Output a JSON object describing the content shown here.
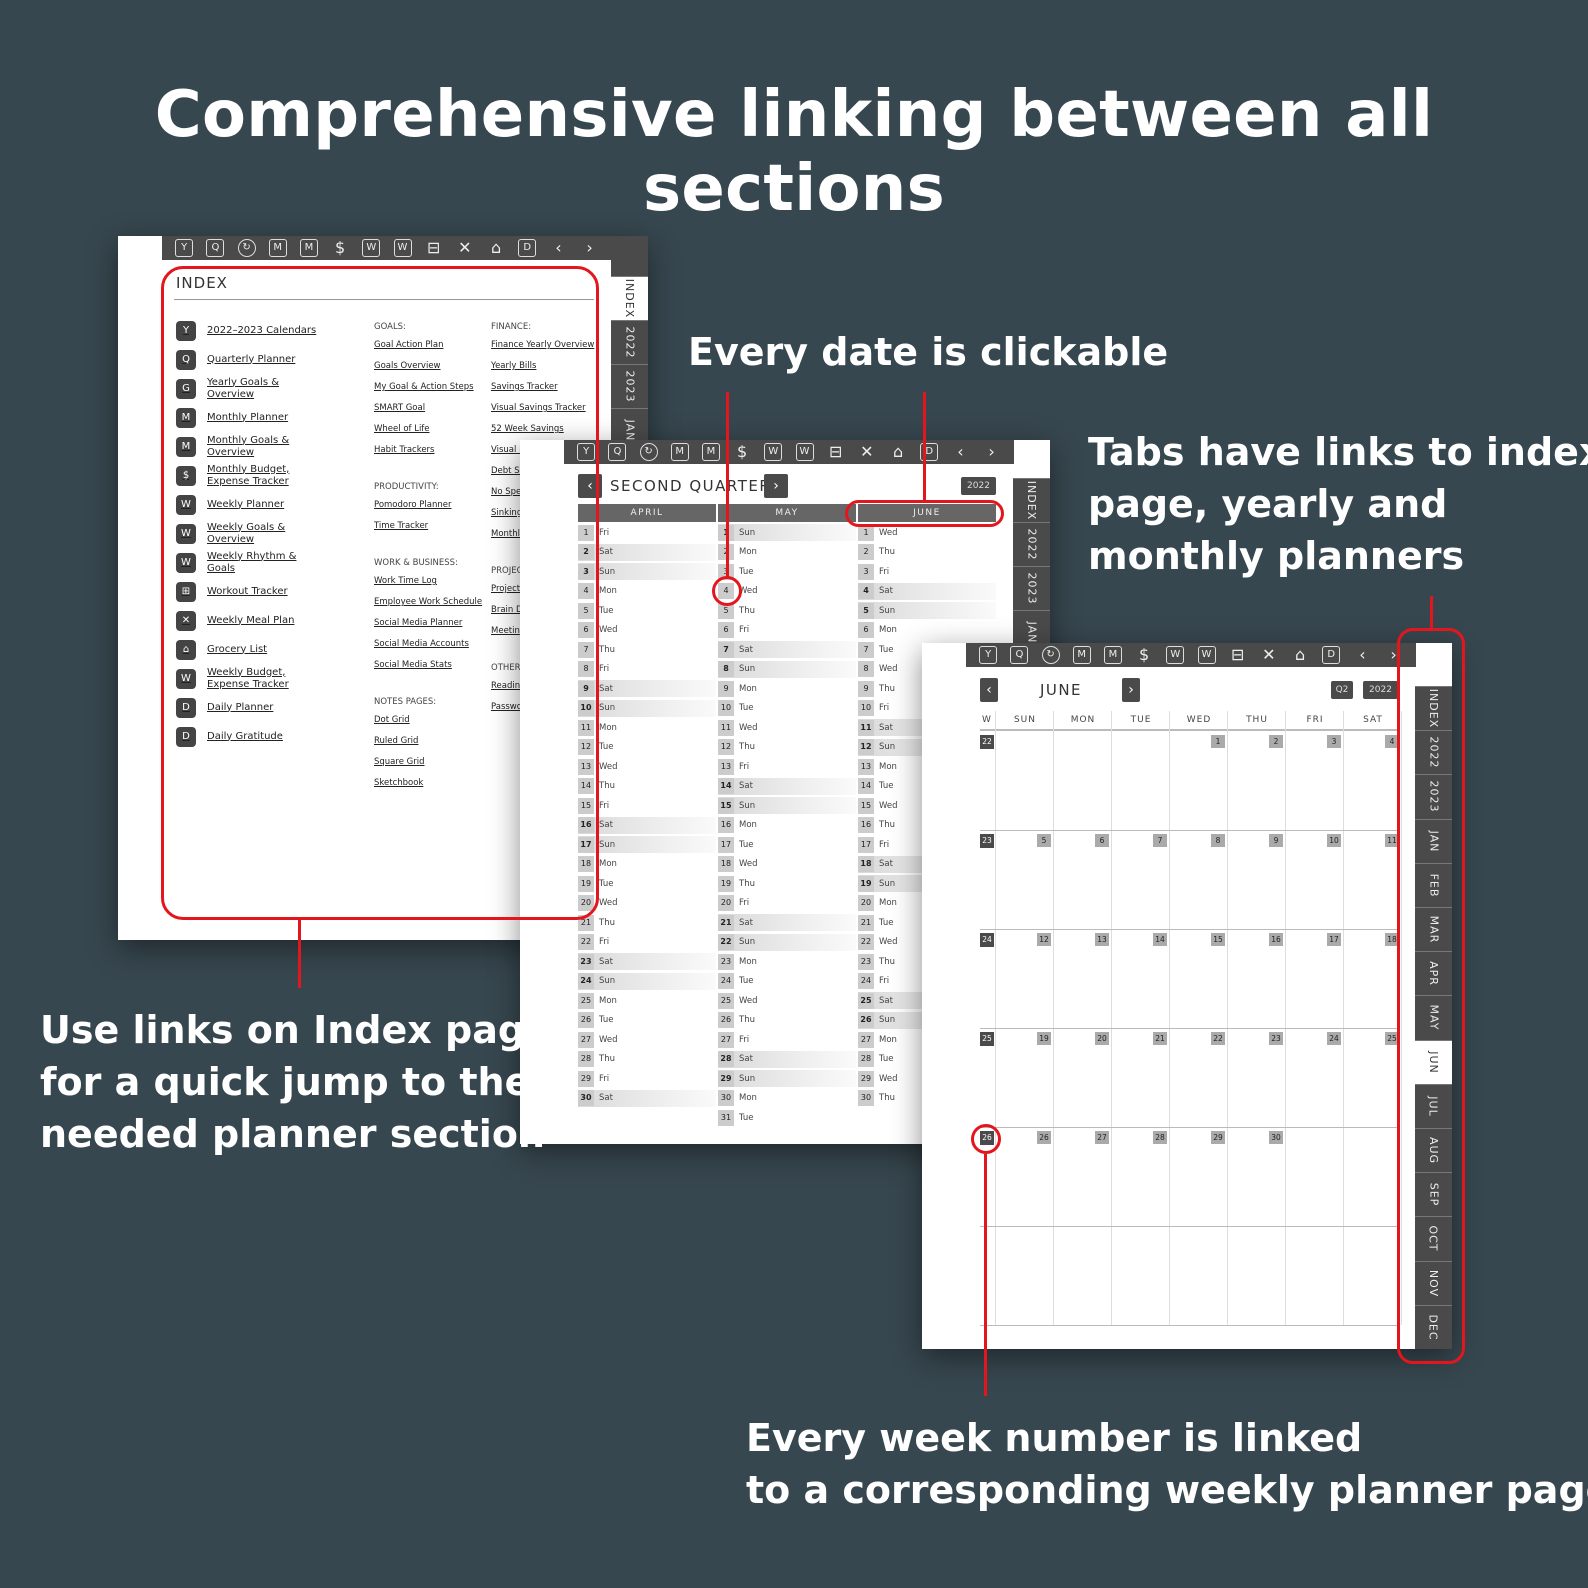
{
  "headline": "Comprehensive linking between all sections",
  "callouts": {
    "every_date": "Every date is clickable",
    "tabs_1": "Tabs have links to index",
    "tabs_2": "page, yearly and",
    "tabs_3": "monthly planners",
    "index_1": "Use links on Index page",
    "index_2": "for a quick jump to the",
    "index_3": "needed planner section",
    "week_1": "Every week number is linked",
    "week_2": "to a corresponding weekly planner page"
  },
  "toolbar_icons": [
    "Y",
    "Q",
    "G",
    "M",
    "M",
    "$",
    "W",
    "W",
    "dumbbell",
    "utensils",
    "basket",
    "D",
    "‹",
    "›"
  ],
  "index_page": {
    "title": "INDEX",
    "tabs": [
      "INDEX",
      "2022",
      "2023",
      "JAN"
    ],
    "items": [
      {
        "icon": "Y",
        "label": "2022–2023 Calendars"
      },
      {
        "icon": "Q",
        "label": "Quarterly Planner"
      },
      {
        "icon": "G",
        "label": "Yearly Goals & Overview"
      },
      {
        "icon": "M",
        "label": "Monthly Planner"
      },
      {
        "icon": "M",
        "label": "Monthly Goals & Overview"
      },
      {
        "icon": "$",
        "label": "Monthly Budget, Expense Tracker"
      },
      {
        "icon": "W",
        "label": "Weekly Planner"
      },
      {
        "icon": "W",
        "label": "Weekly Goals & Overview"
      },
      {
        "icon": "W",
        "label": "Weekly Rhythm & Goals"
      },
      {
        "icon": "⊞",
        "label": "Workout Tracker"
      },
      {
        "icon": "✕",
        "label": "Weekly Meal Plan"
      },
      {
        "icon": "⌂",
        "label": "Grocery List"
      },
      {
        "icon": "W",
        "label": "Weekly Budget, Expense Tracker"
      },
      {
        "icon": "D",
        "label": "Daily Planner"
      },
      {
        "icon": "D",
        "label": "Daily Gratitude"
      }
    ],
    "col2": [
      {
        "heading": "GOALS:",
        "links": [
          "Goal Action Plan",
          "Goals Overview",
          "My Goal & Action Steps",
          "SMART Goal",
          "Wheel of Life",
          "Habit Trackers"
        ]
      },
      {
        "heading": "PRODUCTIVITY:",
        "links": [
          "Pomodoro Planner",
          "Time Tracker"
        ]
      },
      {
        "heading": "WORK & BUSINESS:",
        "links": [
          "Work Time Log",
          "Employee Work Schedule",
          "Social Media Planner",
          "Social Media Accounts",
          "Social Media Stats"
        ]
      },
      {
        "heading": "NOTES PAGES:",
        "links": [
          "Dot Grid",
          "Ruled Grid",
          "Square Grid",
          "Sketchbook"
        ]
      }
    ],
    "col3": [
      {
        "heading": "FINANCE:",
        "links": [
          "Finance Yearly Overview",
          "Yearly Bills",
          "Savings Tracker",
          "Visual Savings Tracker",
          "52 Week Savings",
          "Visual D",
          "Debt Sn",
          "No Spe",
          "Sinking",
          "Monthl Budget"
        ]
      },
      {
        "heading": "PROJEC",
        "links": [
          "Project",
          "Brain D",
          "Meetin"
        ]
      },
      {
        "heading": "OTHER",
        "links": [
          "Readin",
          "Passwo"
        ]
      }
    ]
  },
  "quarter_page": {
    "title": "SECOND QUARTER",
    "prev": "‹",
    "next": "›",
    "year": "2022",
    "tabs": [
      "INDEX",
      "2022",
      "2023",
      "JAN"
    ],
    "months": [
      {
        "name": "APRIL",
        "days": [
          "Fri",
          "Sat",
          "Sun",
          "Mon",
          "Tue",
          "Wed",
          "Thu",
          "Fri",
          "Sat",
          "Sun",
          "Mon",
          "Tue",
          "Wed",
          "Thu",
          "Fri",
          "Sat",
          "Sun",
          "Mon",
          "Tue",
          "Wed",
          "Thu",
          "Fri",
          "Sat",
          "Sun",
          "Mon",
          "Tue",
          "Wed",
          "Thu",
          "Fri",
          "Sat"
        ]
      },
      {
        "name": "MAY",
        "days": [
          "Sun",
          "Mon",
          "Tue",
          "Wed",
          "Thu",
          "Fri",
          "Sat",
          "Sun",
          "Mon",
          "Tue",
          "Wed",
          "Thu",
          "Fri",
          "Sat",
          "Sun",
          "Mon",
          "Tue",
          "Wed",
          "Thu",
          "Fri",
          "Sat",
          "Sun",
          "Mon",
          "Tue",
          "Wed",
          "Thu",
          "Fri",
          "Sat",
          "Sun",
          "Mon",
          "Tue"
        ]
      },
      {
        "name": "JUNE",
        "days": [
          "Wed",
          "Thu",
          "Fri",
          "Sat",
          "Sun",
          "Mon",
          "Tue",
          "Wed",
          "Thu",
          "Fri",
          "Sat",
          "Sun",
          "Mon",
          "Tue",
          "Wed",
          "Thu",
          "Fri",
          "Sat",
          "Sun",
          "Mon",
          "Tue",
          "Wed",
          "Thu",
          "Fri",
          "Sat",
          "Sun",
          "Mon",
          "Tue",
          "Wed",
          "Thu"
        ]
      }
    ]
  },
  "month_page": {
    "title": "JUNE",
    "prev": "‹",
    "next": "›",
    "quarter": "Q2",
    "year": "2022",
    "week_col": "W",
    "weekdays": [
      "SUN",
      "MON",
      "TUE",
      "WED",
      "THU",
      "FRI",
      "SAT"
    ],
    "weeks": [
      {
        "w": "22",
        "days": [
          "",
          "",
          "",
          "1",
          "2",
          "3",
          "4"
        ]
      },
      {
        "w": "23",
        "days": [
          "5",
          "6",
          "7",
          "8",
          "9",
          "10",
          "11"
        ]
      },
      {
        "w": "24",
        "days": [
          "12",
          "13",
          "14",
          "15",
          "16",
          "17",
          "18"
        ]
      },
      {
        "w": "25",
        "days": [
          "19",
          "20",
          "21",
          "22",
          "23",
          "24",
          "25"
        ]
      },
      {
        "w": "26",
        "days": [
          "26",
          "27",
          "28",
          "29",
          "30",
          "",
          ""
        ]
      },
      {
        "w": "",
        "days": [
          "",
          "",
          "",
          "",
          "",
          "",
          ""
        ]
      }
    ],
    "tabs": [
      "INDEX",
      "2022",
      "2023",
      "JAN",
      "FEB",
      "MAR",
      "APR",
      "MAY",
      "JUN",
      "JUL",
      "AUG",
      "SEP",
      "OCT",
      "NOV",
      "DEC"
    ],
    "active_tab": "JUN"
  },
  "colors": {
    "background": "#37474f",
    "accent_red": "#e3161e",
    "dark": "#4a4a4a"
  }
}
